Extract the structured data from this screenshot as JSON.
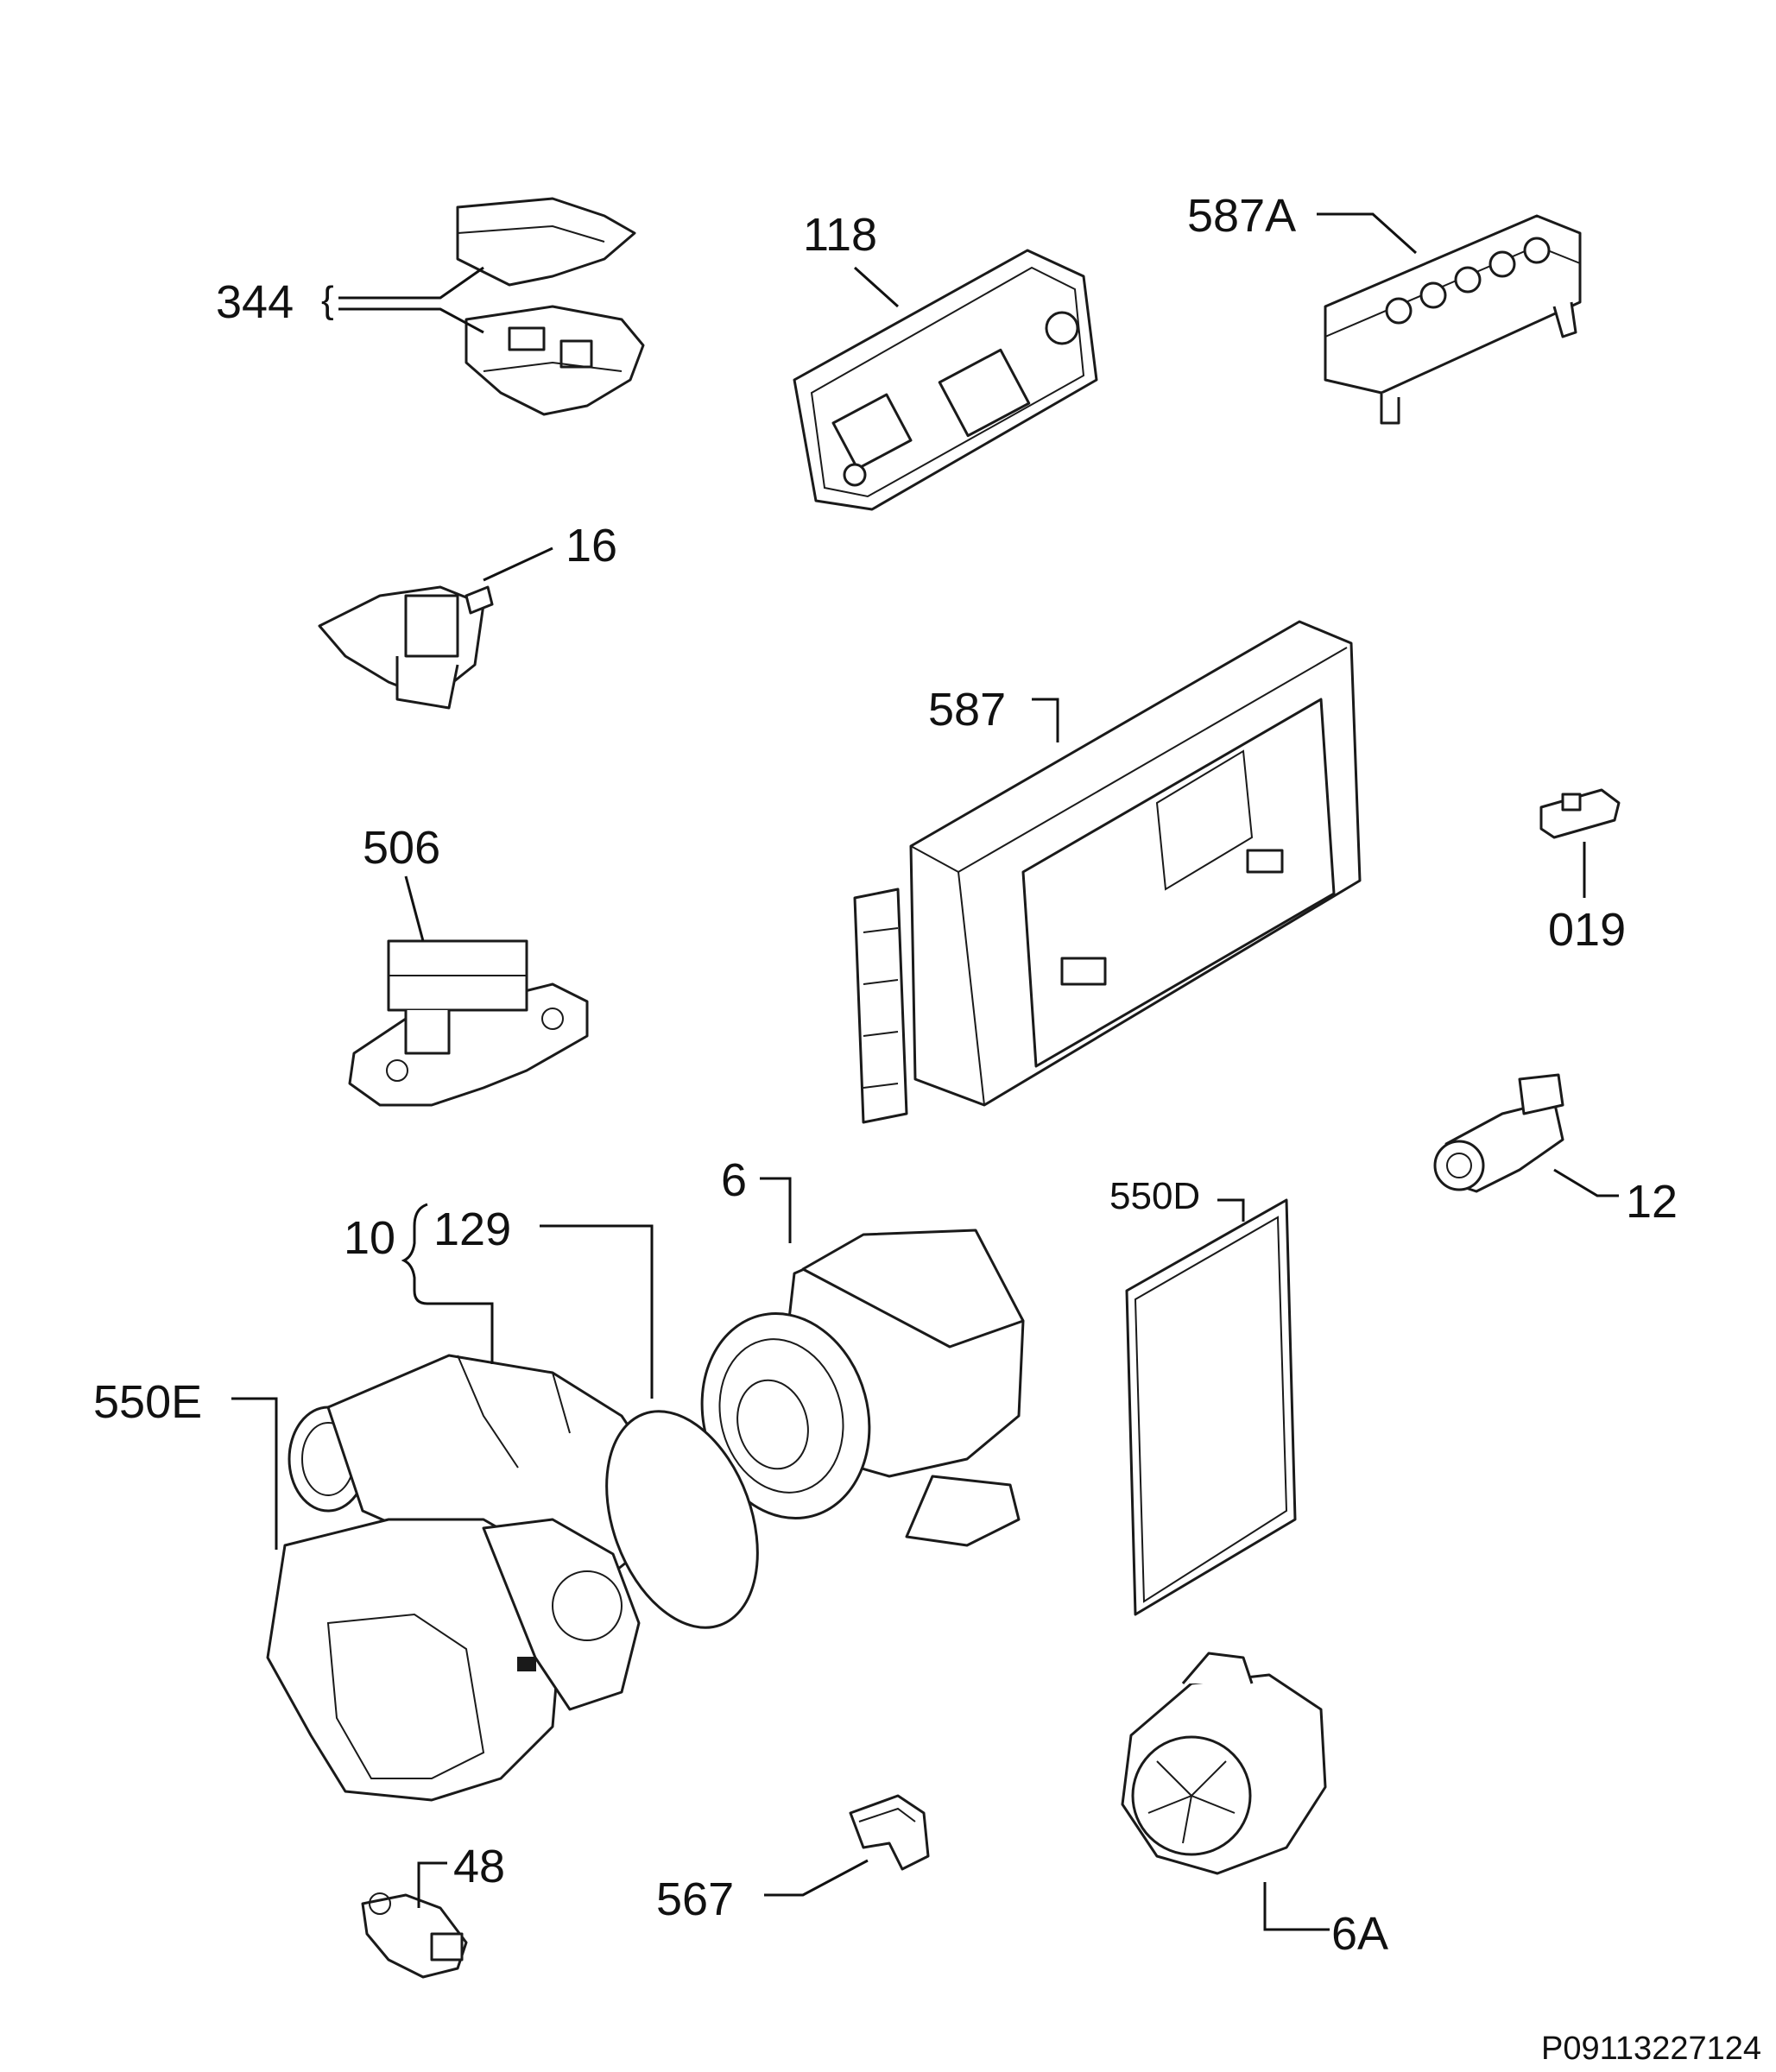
{
  "labels": {
    "p344": "344",
    "p118": "118",
    "p587A": "587A",
    "p16": "16",
    "p587": "587",
    "p506": "506",
    "p019": "019",
    "p6": "6",
    "p550D": "550D",
    "p12": "12",
    "p10": "10",
    "p129": "129",
    "p550E": "550E",
    "p48": "48",
    "p567": "567",
    "p6A": "6A"
  },
  "document_id": "P09113227124"
}
